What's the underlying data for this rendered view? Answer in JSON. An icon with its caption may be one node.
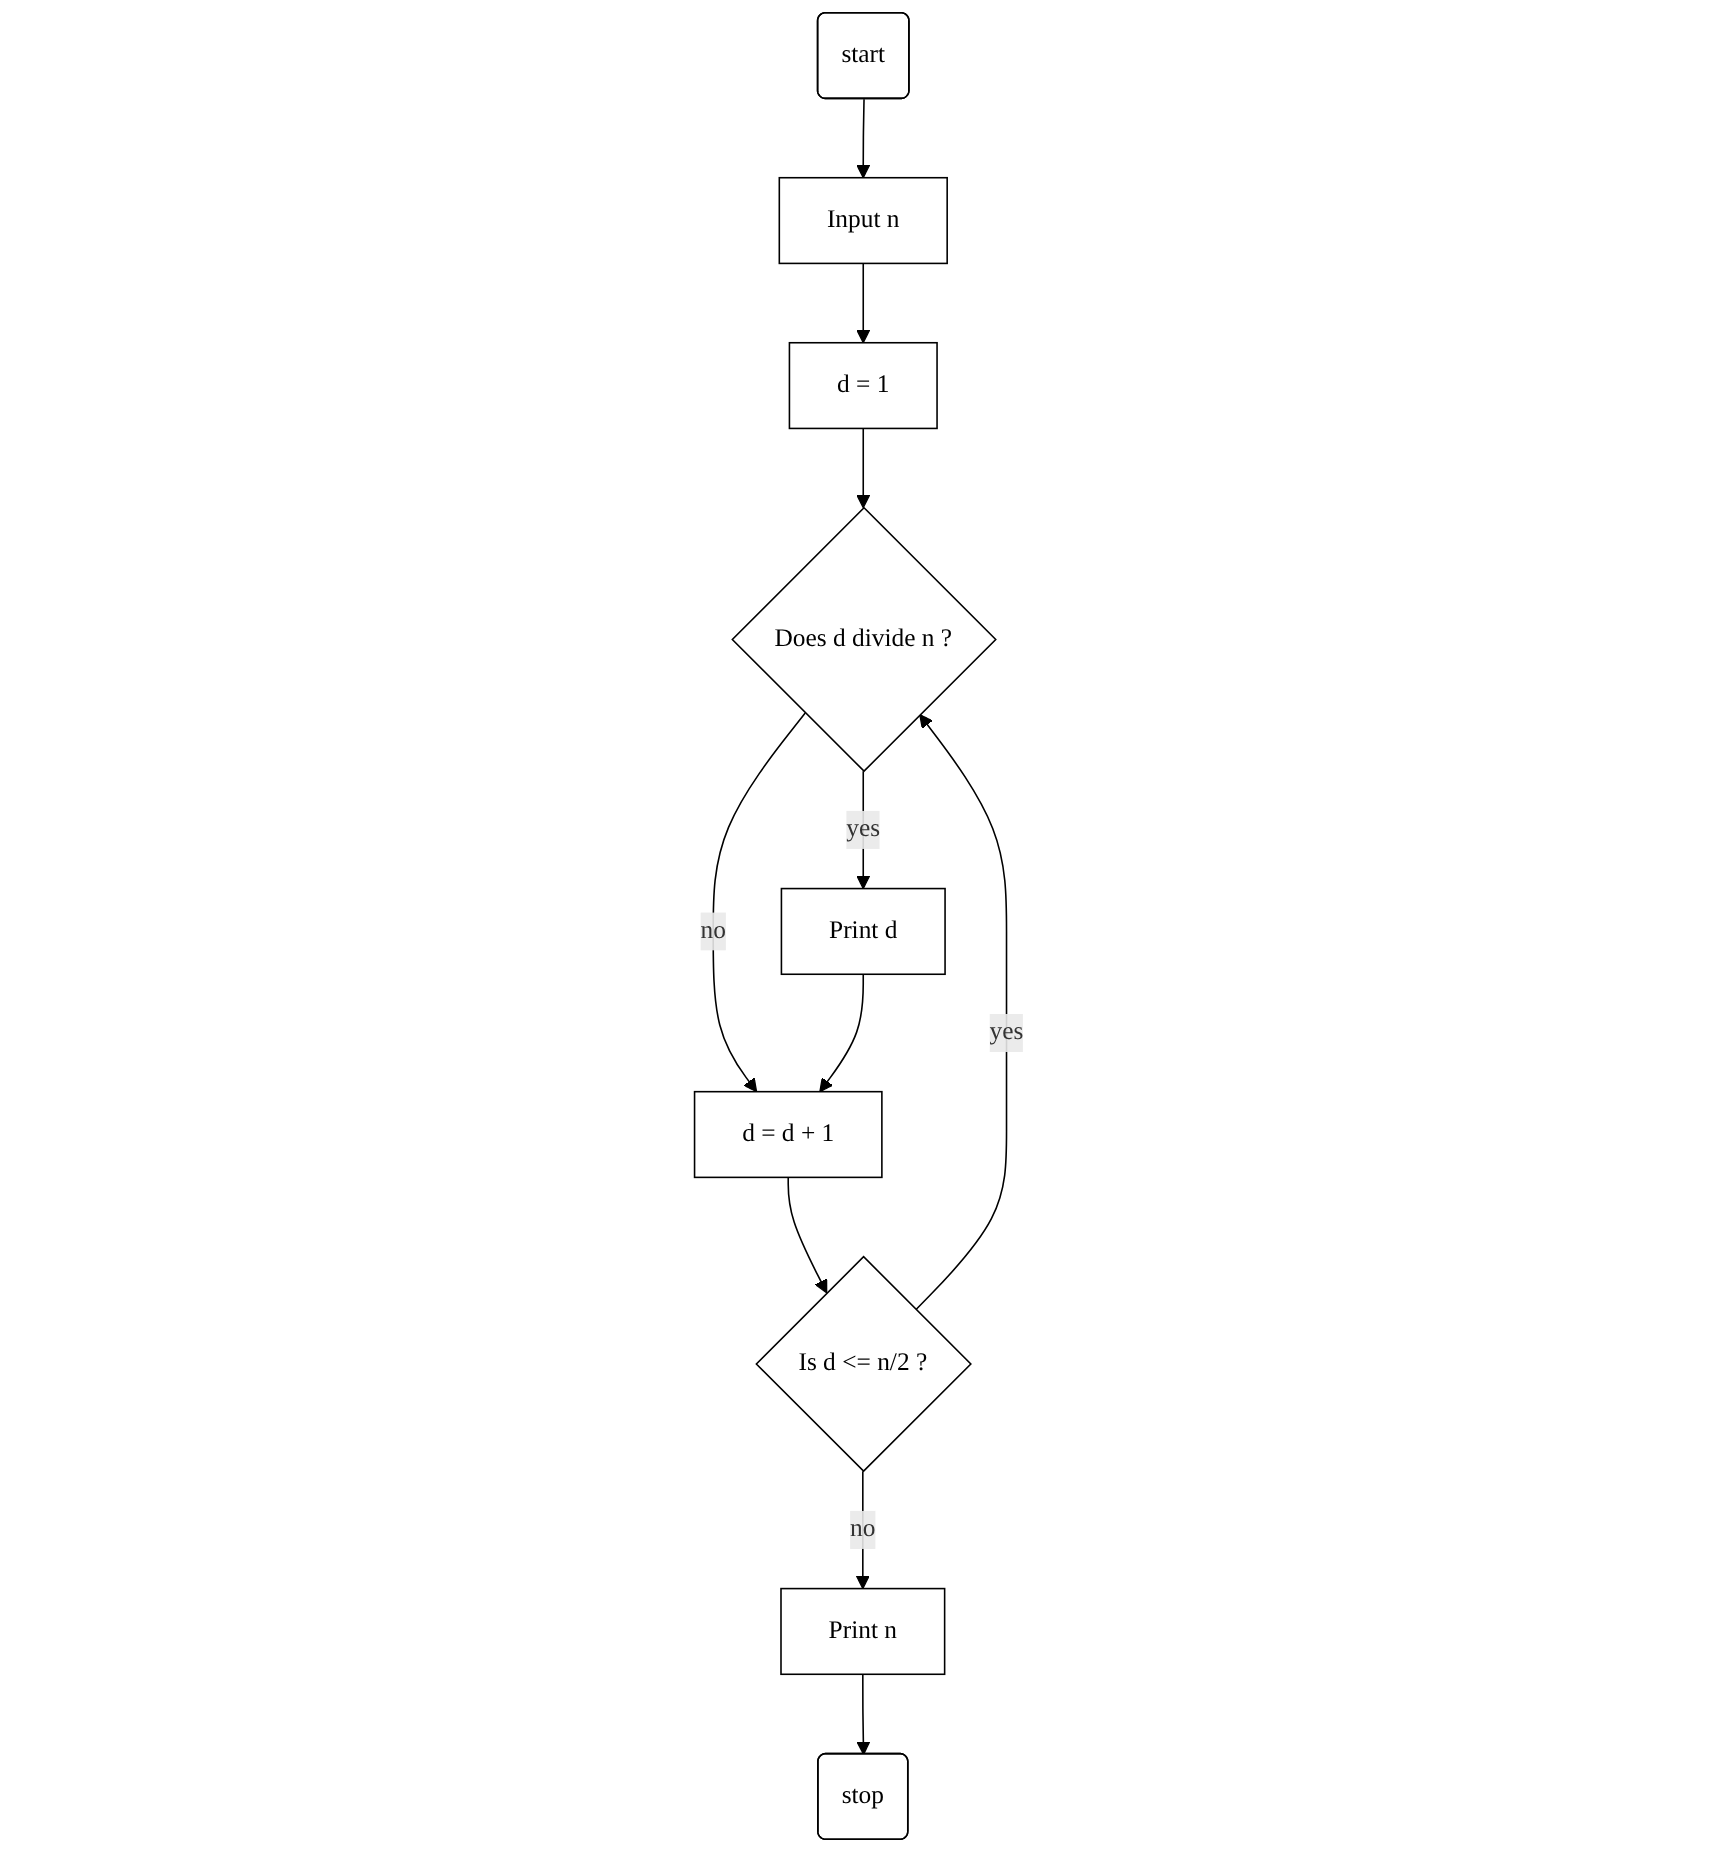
{
  "diagram": {
    "nodes": [
      {
        "text": [
          "start"
        ]
      },
      {
        "text": [
          "Input n"
        ]
      },
      {
        "text": [
          "d = 1"
        ]
      },
      {
        "text": [
          "Does d divide n ?"
        ]
      },
      {
        "text": [
          "d = d + 1"
        ]
      },
      {
        "text": [
          "Print d"
        ]
      },
      {
        "text": [
          "Is d <= n/2 ?"
        ]
      },
      {
        "text": [
          "Print n"
        ]
      },
      {
        "text": [
          "stop"
        ]
      }
    ],
    "edges": [
      {
        "from": 0,
        "to": 1,
        "arrow": "to"
      },
      {
        "from": 1,
        "to": 2,
        "arrow": "to"
      },
      {
        "from": 2,
        "to": 3,
        "arrow": "to"
      },
      {
        "from": 3,
        "to": 4,
        "arrow": "to",
        "label": "no"
      },
      {
        "from": 3,
        "to": 5,
        "arrow": "to",
        "label": "yes"
      },
      {
        "from": 5,
        "to": 4,
        "arrow": "to"
      },
      {
        "from": 4,
        "to": 6,
        "arrow": "to"
      },
      {
        "from": 6,
        "to": 3,
        "arrow": "to",
        "label": "yes"
      },
      {
        "from": 6,
        "to": 7,
        "arrow": "to",
        "label": "no"
      },
      {
        "from": 7,
        "to": 8,
        "arrow": "to"
      }
    ]
  }
}
